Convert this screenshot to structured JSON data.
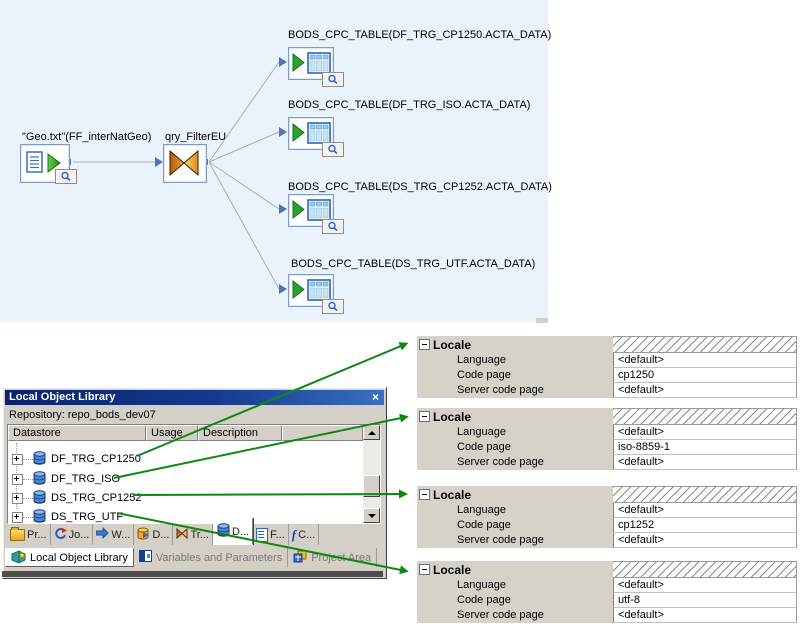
{
  "colors": {
    "canvas_bg": "#EAF3FB",
    "annotation_green": "#0E870E",
    "titlebar_blue": "#0A246A",
    "window_gray": "#D4D0C8"
  },
  "canvas": {
    "source": {
      "label": "\"Geo.txt\"(FF_interNatGeo)"
    },
    "query": {
      "label": "qry_FilterEU"
    },
    "targets": [
      {
        "label": "BODS_CPC_TABLE(DF_TRG_CP1250.ACTA_DATA)"
      },
      {
        "label": "BODS_CPC_TABLE(DF_TRG_ISO.ACTA_DATA)"
      },
      {
        "label": "BODS_CPC_TABLE(DS_TRG_CP1252.ACTA_DATA)"
      },
      {
        "label": "BODS_CPC_TABLE(DS_TRG_UTF.ACTA_DATA)"
      }
    ]
  },
  "library": {
    "title": "Local Object Library",
    "close_label": "×",
    "repository": "Repository: repo_bods_dev07",
    "columns": [
      "Datastore",
      "Usage",
      "Description"
    ],
    "rows": [
      {
        "name": "DF_TRG_CP1250"
      },
      {
        "name": "DF_TRG_ISO"
      },
      {
        "name": "DS_TRG_CP1252"
      },
      {
        "name": "DS_TRG_UTF"
      }
    ],
    "object_tabs": [
      {
        "label": "Pr..."
      },
      {
        "label": "Jo..."
      },
      {
        "label": "W..."
      },
      {
        "label": "D..."
      },
      {
        "label": "Tr..."
      },
      {
        "label": "D..."
      },
      {
        "label": "F..."
      },
      {
        "label": "C..."
      }
    ],
    "bottom_tabs": [
      {
        "label": "Local Object Library"
      },
      {
        "label": "Variables and Parameters"
      },
      {
        "label": "Project Area"
      }
    ]
  },
  "locale": {
    "labels": {
      "title": "Locale",
      "language": "Language",
      "code_page": "Code page",
      "server_code_page": "Server code page"
    },
    "panels": [
      {
        "language": "<default>",
        "code_page": "cp1250",
        "server_code_page": "<default>"
      },
      {
        "language": "<default>",
        "code_page": "iso-8859-1",
        "server_code_page": "<default>"
      },
      {
        "language": "<default>",
        "code_page": "cp1252",
        "server_code_page": "<default>"
      },
      {
        "language": "<default>",
        "code_page": "utf-8",
        "server_code_page": "<default>"
      }
    ]
  },
  "annotations": {
    "arrows": [
      {
        "from": "DF_TRG_CP1250",
        "to": "locale-panel-1"
      },
      {
        "from": "DF_TRG_ISO",
        "to": "locale-panel-2"
      },
      {
        "from": "DS_TRG_CP1252",
        "to": "locale-panel-3"
      },
      {
        "from": "DS_TRG_UTF",
        "to": "locale-panel-4"
      }
    ]
  }
}
